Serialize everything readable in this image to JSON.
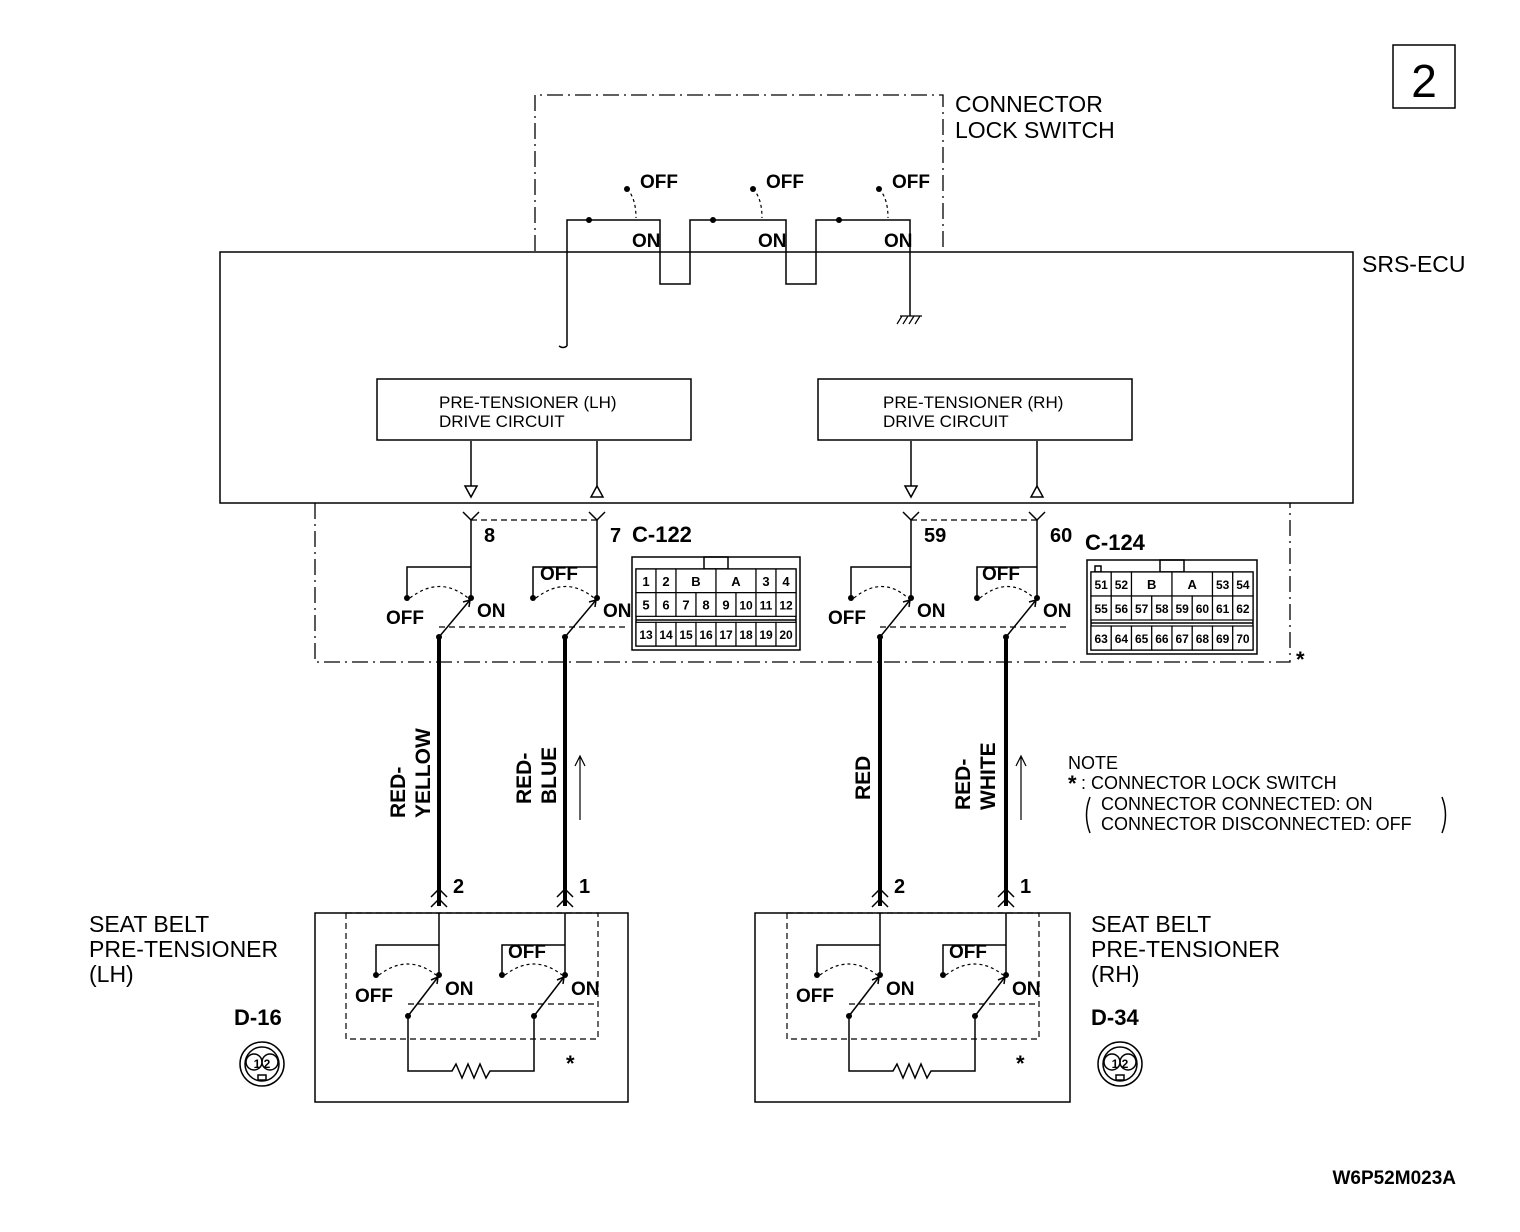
{
  "page_number": "2",
  "drawing_code": "W6P52M023A",
  "connector_lock_switch": {
    "title_line1": "CONNECTOR",
    "title_line2": "LOCK SWITCH",
    "off_label": "OFF",
    "on_label": "ON"
  },
  "ecu": {
    "label": "SRS-ECU",
    "lh_circuit_line1": "PRE-TENSIONER (LH)",
    "lh_circuit_line2": "DRIVE CIRCUIT",
    "rh_circuit_line1": "PRE-TENSIONER (RH)",
    "rh_circuit_line2": "DRIVE CIRCUIT"
  },
  "connectors": {
    "c122": {
      "name": "C-122",
      "pin_a": "8",
      "pin_b": "7",
      "grid_row1": [
        "1",
        "2",
        "B",
        "A",
        "3",
        "4"
      ],
      "grid_row2": [
        "5",
        "6",
        "7",
        "8",
        "9",
        "10",
        "11",
        "12"
      ],
      "grid_row3": [
        "13",
        "14",
        "15",
        "16",
        "17",
        "18",
        "19",
        "20"
      ]
    },
    "c124": {
      "name": "C-124",
      "pin_a": "59",
      "pin_b": "60",
      "grid_row1": [
        "51",
        "52",
        "B",
        "A",
        "53",
        "54"
      ],
      "grid_row2": [
        "55",
        "56",
        "57",
        "58",
        "59",
        "60",
        "61",
        "62"
      ],
      "grid_row3": [
        "63",
        "64",
        "65",
        "66",
        "67",
        "68",
        "69",
        "70"
      ]
    },
    "switch_off": "OFF",
    "switch_on": "ON",
    "asterisk": "*"
  },
  "wires": {
    "lh_a_line1": "RED-",
    "lh_a_line2": "YELLOW",
    "lh_b_line1": "RED-",
    "lh_b_line2": "BLUE",
    "rh_a": "RED",
    "rh_b_line1": "RED-",
    "rh_b_line2": "WHITE",
    "arrow": "↑"
  },
  "note": {
    "title": "NOTE",
    "asterisk": "*",
    "line1": ": CONNECTOR LOCK SWITCH",
    "line2": "CONNECTOR CONNECTED: ON",
    "line3": "CONNECTOR DISCONNECTED: OFF"
  },
  "pretensioner_lh": {
    "line1": "SEAT BELT",
    "line2": "PRE-TENSIONER",
    "line3": "(LH)",
    "connector": "D-16",
    "pin_2": "2",
    "pin_1": "1",
    "icon_pins": "1 2"
  },
  "pretensioner_rh": {
    "line1": "SEAT BELT",
    "line2": "PRE-TENSIONER",
    "line3": "(RH)",
    "connector": "D-34",
    "pin_2": "2",
    "pin_1": "1",
    "icon_pins": "1 2"
  }
}
